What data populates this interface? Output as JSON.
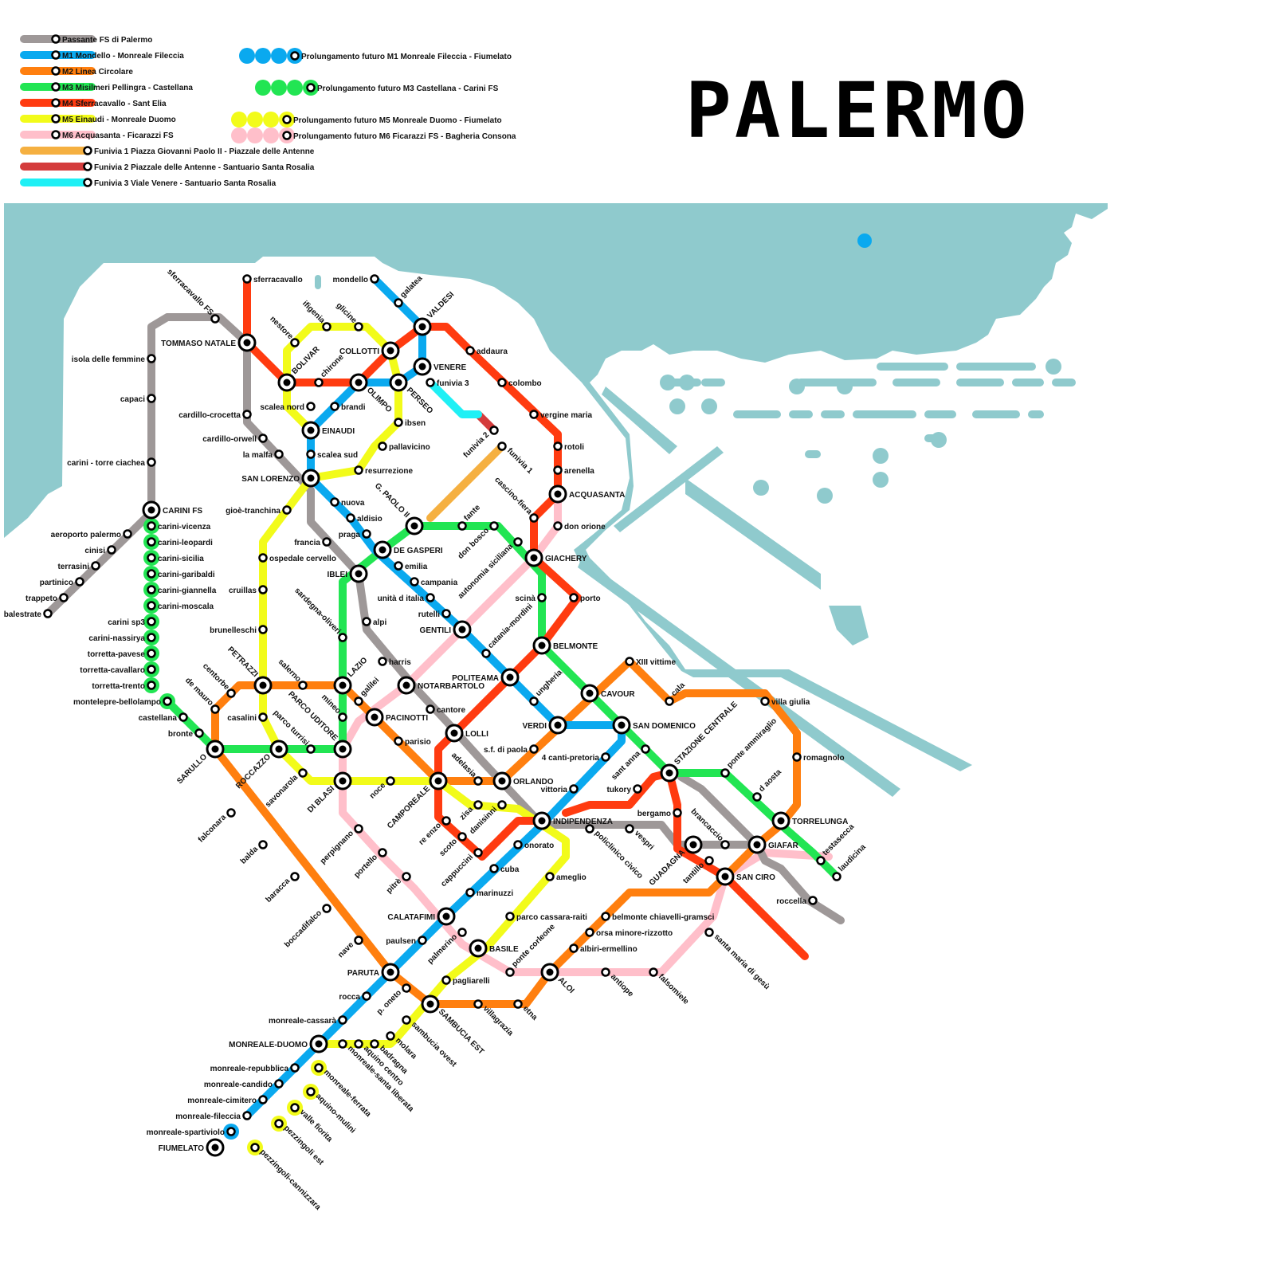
{
  "title": "PALERMO",
  "colors": {
    "sea": "#8fcacd",
    "passante": "#9e9898",
    "m1": "#0aa9ef",
    "m2": "#ff7f0f",
    "m3": "#22e553",
    "m4": "#ff3b10",
    "m5": "#f2fb1a",
    "m6": "#ffbfca",
    "funivia1": "#f5b041",
    "funivia2": "#d43c3c",
    "funivia3": "#1ff0f5"
  },
  "legend": [
    {
      "id": "passante",
      "label": "Passante FS di Palermo"
    },
    {
      "id": "m1",
      "label": "M1 Mondello - Monreale Fileccia"
    },
    {
      "id": "m2",
      "label": "M2 Linea Circolare"
    },
    {
      "id": "m3",
      "label": "M3 Misilmeri Pellingra - Castellana"
    },
    {
      "id": "m4",
      "label": "M4 Sferracavallo - Sant Elia"
    },
    {
      "id": "m5",
      "label": "M5 Einaudi - Monreale Duomo"
    },
    {
      "id": "m6",
      "label": "M6 Acquasanta - Ficarazzi FS"
    },
    {
      "id": "funivia1",
      "label": "Funivia 1  Piazza Giovanni Paolo II - Piazzale delle Antenne"
    },
    {
      "id": "funivia2",
      "label": "Funivia 2  Piazzale delle Antenne - Santuario Santa Rosalia"
    },
    {
      "id": "funivia3",
      "label": "Funivia 3  Viale Venere - Santuario Santa Rosalia"
    }
  ],
  "future_legend": [
    {
      "id": "m1",
      "label": "Prolungamento futuro M1 Monreale Fileccia - Fiumelato"
    },
    {
      "id": "m3",
      "label": "Prolungamento futuro M3 Castellana - Carini FS"
    },
    {
      "id": "m5",
      "label": "Prolungamento futuro M5 Monreale Duomo - Fiumelato"
    },
    {
      "id": "m6",
      "label": "Prolungamento futuro M6 Ficarazzi FS - Bagheria Consona"
    }
  ],
  "lines": {
    "passante": [
      [
        60,
        770
      ],
      [
        190,
        643
      ],
      [
        190,
        410
      ],
      [
        210,
        398
      ],
      [
        275,
        398
      ],
      [
        310,
        430
      ],
      [
        310,
        530
      ],
      [
        390,
        615
      ],
      [
        390,
        655
      ],
      [
        450,
        720
      ],
      [
        460,
        790
      ],
      [
        520,
        862
      ],
      [
        560,
        905
      ],
      [
        605,
        955
      ],
      [
        680,
        1035
      ],
      [
        830,
        1035
      ],
      [
        850,
        1060
      ],
      [
        950,
        1060
      ],
      [
        960,
        1080
      ],
      [
        980,
        1090
      ],
      [
        1015,
        1130
      ],
      [
        1055,
        1155
      ]
    ],
    "passante_branch": [
      [
        855,
        975
      ],
      [
        880,
        990
      ],
      [
        950,
        1060
      ]
    ],
    "m1": [
      [
        470,
        350
      ],
      [
        530,
        410
      ],
      [
        530,
        460
      ],
      [
        500,
        480
      ],
      [
        450,
        480
      ],
      [
        390,
        540
      ],
      [
        390,
        600
      ],
      [
        440,
        650
      ],
      [
        470,
        690
      ],
      [
        580,
        790
      ],
      [
        640,
        850
      ],
      [
        700,
        910
      ],
      [
        780,
        910
      ],
      [
        780,
        930
      ],
      [
        680,
        1035
      ],
      [
        560,
        1150
      ],
      [
        490,
        1220
      ],
      [
        400,
        1310
      ],
      [
        310,
        1400
      ]
    ],
    "m1_future": [
      [
        310,
        1400
      ],
      [
        290,
        1420
      ],
      [
        270,
        1440
      ]
    ],
    "m2": [
      [
        270,
        940
      ],
      [
        270,
        890
      ],
      [
        300,
        860
      ],
      [
        430,
        860
      ],
      [
        470,
        900
      ],
      [
        550,
        980
      ],
      [
        630,
        980
      ],
      [
        790,
        830
      ],
      [
        840,
        880
      ],
      [
        860,
        870
      ],
      [
        960,
        870
      ],
      [
        1000,
        920
      ],
      [
        1000,
        1010
      ],
      [
        980,
        1035
      ],
      [
        950,
        1060
      ],
      [
        910,
        1100
      ],
      [
        890,
        1120
      ],
      [
        790,
        1120
      ],
      [
        760,
        1150
      ],
      [
        690,
        1220
      ],
      [
        660,
        1260
      ],
      [
        540,
        1260
      ],
      [
        490,
        1220
      ],
      [
        270,
        940
      ]
    ],
    "m3": [
      [
        210,
        880
      ],
      [
        270,
        940
      ],
      [
        430,
        940
      ],
      [
        430,
        730
      ],
      [
        480,
        690
      ],
      [
        520,
        660
      ],
      [
        625,
        660
      ],
      [
        680,
        720
      ],
      [
        680,
        810
      ],
      [
        740,
        870
      ],
      [
        780,
        910
      ],
      [
        840,
        970
      ],
      [
        910,
        970
      ],
      [
        980,
        1035
      ],
      [
        1020,
        1070
      ],
      [
        1050,
        1100
      ]
    ],
    "m4": [
      [
        310,
        350
      ],
      [
        310,
        430
      ],
      [
        360,
        480
      ],
      [
        450,
        480
      ],
      [
        490,
        440
      ],
      [
        530,
        410
      ],
      [
        560,
        410
      ],
      [
        590,
        440
      ],
      [
        700,
        545
      ],
      [
        700,
        620
      ],
      [
        670,
        650
      ],
      [
        670,
        700
      ],
      [
        725,
        750
      ],
      [
        680,
        810
      ],
      [
        640,
        850
      ],
      [
        570,
        920
      ],
      [
        550,
        940
      ],
      [
        550,
        1025
      ],
      [
        605,
        1075
      ],
      [
        650,
        1030
      ],
      [
        680,
        1030
      ]
    ],
    "m4_b": [
      [
        710,
        1020
      ],
      [
        740,
        1010
      ],
      [
        790,
        1010
      ],
      [
        820,
        975
      ],
      [
        840,
        970
      ],
      [
        850,
        1010
      ],
      [
        850,
        1065
      ],
      [
        910,
        1100
      ],
      [
        1010,
        1200
      ]
    ],
    "m5": [
      [
        390,
        540
      ],
      [
        360,
        510
      ],
      [
        360,
        440
      ],
      [
        390,
        410
      ],
      [
        460,
        410
      ],
      [
        490,
        440
      ],
      [
        500,
        480
      ],
      [
        500,
        530
      ],
      [
        470,
        560
      ],
      [
        450,
        590
      ],
      [
        390,
        600
      ],
      [
        360,
        640
      ],
      [
        330,
        680
      ],
      [
        330,
        900
      ],
      [
        350,
        940
      ],
      [
        390,
        980
      ],
      [
        550,
        980
      ],
      [
        590,
        1010
      ],
      [
        650,
        1015
      ],
      [
        710,
        1055
      ],
      [
        710,
        1075
      ],
      [
        610,
        1190
      ],
      [
        560,
        1230
      ],
      [
        500,
        1300
      ],
      [
        490,
        1310
      ],
      [
        400,
        1310
      ]
    ],
    "m6": [
      [
        700,
        620
      ],
      [
        700,
        660
      ],
      [
        670,
        700
      ],
      [
        580,
        790
      ],
      [
        510,
        860
      ],
      [
        450,
        905
      ],
      [
        430,
        940
      ],
      [
        430,
        1020
      ],
      [
        480,
        1075
      ],
      [
        520,
        1115
      ],
      [
        580,
        1185
      ],
      [
        640,
        1220
      ],
      [
        830,
        1220
      ],
      [
        895,
        1150
      ],
      [
        910,
        1100
      ],
      [
        960,
        1070
      ],
      [
        1040,
        1075
      ]
    ],
    "funivia1": [
      [
        540,
        650
      ],
      [
        630,
        560
      ]
    ],
    "funivia2": [
      [
        600,
        520
      ],
      [
        620,
        540
      ]
    ],
    "funivia3": [
      [
        540,
        480
      ],
      [
        580,
        520
      ],
      [
        600,
        520
      ]
    ]
  },
  "future_stations": [
    {
      "line": "m3",
      "name": "carini-vicenza"
    },
    {
      "line": "m3",
      "name": "carini-leopardi"
    },
    {
      "line": "m3",
      "name": "carini-sicilia"
    },
    {
      "line": "m3",
      "name": "carini-garibaldi"
    },
    {
      "line": "m3",
      "name": "carini-giannella"
    },
    {
      "line": "m3",
      "name": "carini-moscala"
    },
    {
      "line": "m3",
      "name": "carini sp3"
    },
    {
      "line": "m3",
      "name": "carini-nassirya"
    },
    {
      "line": "m3",
      "name": "torretta-pavese"
    },
    {
      "line": "m3",
      "name": "torretta-cavallaro"
    },
    {
      "line": "m3",
      "name": "torretta-trento"
    },
    {
      "line": "m3",
      "name": "montelepre-bellolampo"
    },
    {
      "line": "m1",
      "name": "monreale-spartiviolo"
    },
    {
      "line": "m5",
      "name": "monreale-ferrata"
    },
    {
      "line": "m5",
      "name": "aquino-mulini"
    },
    {
      "line": "m5",
      "name": "valle fiorita"
    },
    {
      "line": "m5",
      "name": "pezzingoli est"
    },
    {
      "line": "m5",
      "name": "pezzingoli-cannizzara"
    }
  ],
  "stations": [
    {
      "name": "sferracavallo"
    },
    {
      "name": "mondello"
    },
    {
      "name": "galatea"
    },
    {
      "name": "addaura"
    },
    {
      "name": "colombo"
    },
    {
      "name": "vergine maria"
    },
    {
      "name": "rotoli"
    },
    {
      "name": "arenella"
    },
    {
      "name": "don orione"
    },
    {
      "name": "porto"
    },
    {
      "name": "sferracavallo FS"
    },
    {
      "name": "isola delle femmine"
    },
    {
      "name": "capaci"
    },
    {
      "name": "cardillo-crocetta"
    },
    {
      "name": "cardillo-orwell"
    },
    {
      "name": "carini - torre ciachea"
    },
    {
      "name": "la malfa"
    },
    {
      "name": "aeroporto palermo"
    },
    {
      "name": "cinisi"
    },
    {
      "name": "terrasini"
    },
    {
      "name": "partinico"
    },
    {
      "name": "trappeto"
    },
    {
      "name": "balestrate"
    },
    {
      "name": "nestore"
    },
    {
      "name": "ifigenia"
    },
    {
      "name": "glicine"
    },
    {
      "name": "chirone"
    },
    {
      "name": "scalea nord"
    },
    {
      "name": "brandi"
    },
    {
      "name": "funivia 3"
    },
    {
      "name": "ibsen"
    },
    {
      "name": "scalea sud"
    },
    {
      "name": "pallavicino"
    },
    {
      "name": "resurrezione"
    },
    {
      "name": "funivia 2"
    },
    {
      "name": "funivia 1"
    },
    {
      "name": "gioè-tranchina"
    },
    {
      "name": "nuova"
    },
    {
      "name": "aldisio"
    },
    {
      "name": "praga"
    },
    {
      "name": "francia"
    },
    {
      "name": "fante"
    },
    {
      "name": "don bosco"
    },
    {
      "name": "cascino-fiera"
    },
    {
      "name": "autonomia siciliana"
    },
    {
      "name": "ospedale cervello"
    },
    {
      "name": "emilia"
    },
    {
      "name": "campania"
    },
    {
      "name": "cruillas"
    },
    {
      "name": "unità d italia"
    },
    {
      "name": "scinà"
    },
    {
      "name": "rutelli"
    },
    {
      "name": "alpi"
    },
    {
      "name": "brunelleschi"
    },
    {
      "name": "sardegna-oliveri"
    },
    {
      "name": "catania-mordini"
    },
    {
      "name": "harris"
    },
    {
      "name": "ungheria"
    },
    {
      "name": "XIII vittime"
    },
    {
      "name": "centorbe"
    },
    {
      "name": "salerno"
    },
    {
      "name": "galilei"
    },
    {
      "name": "cantore"
    },
    {
      "name": "cala"
    },
    {
      "name": "villa giulia"
    },
    {
      "name": "de mauro"
    },
    {
      "name": "castellana"
    },
    {
      "name": "casalini"
    },
    {
      "name": "mineo"
    },
    {
      "name": "parisio"
    },
    {
      "name": "bronte"
    },
    {
      "name": "parco turrisi"
    },
    {
      "name": "s.f. di paola"
    },
    {
      "name": "4 canti-pretoria"
    },
    {
      "name": "sant anna"
    },
    {
      "name": "ponte ammiraglio"
    },
    {
      "name": "romagnolo"
    },
    {
      "name": "savonarola"
    },
    {
      "name": "noce"
    },
    {
      "name": "adelasia"
    },
    {
      "name": "vittoria"
    },
    {
      "name": "tukory"
    },
    {
      "name": "d aosta"
    },
    {
      "name": "zisa"
    },
    {
      "name": "danisinni"
    },
    {
      "name": "bergamo"
    },
    {
      "name": "falconara"
    },
    {
      "name": "re enzo"
    },
    {
      "name": "perpignano"
    },
    {
      "name": "scoto"
    },
    {
      "name": "vespri"
    },
    {
      "name": "brancaccio"
    },
    {
      "name": "policlinico civico"
    },
    {
      "name": "testasecca"
    },
    {
      "name": "laudicina"
    },
    {
      "name": "onorato"
    },
    {
      "name": "balda"
    },
    {
      "name": "portello"
    },
    {
      "name": "cappuccini"
    },
    {
      "name": "tantillo"
    },
    {
      "name": "baracca"
    },
    {
      "name": "pitrè"
    },
    {
      "name": "cuba"
    },
    {
      "name": "ameglio"
    },
    {
      "name": "roccella"
    },
    {
      "name": "marinuzzi"
    },
    {
      "name": "boccadifalco"
    },
    {
      "name": "belmonte chiavelli-gramsci"
    },
    {
      "name": "parco cassara-raiti"
    },
    {
      "name": "orsa minore-rizzotto"
    },
    {
      "name": "santa maria di gesù"
    },
    {
      "name": "palmerino"
    },
    {
      "name": "paulsen"
    },
    {
      "name": "albiri-ermellino"
    },
    {
      "name": "ponte corleone"
    },
    {
      "name": "nave"
    },
    {
      "name": "antiope"
    },
    {
      "name": "falsomiele"
    },
    {
      "name": "pagliarelli"
    },
    {
      "name": "rocca"
    },
    {
      "name": "p. oneto"
    },
    {
      "name": "villagrazia"
    },
    {
      "name": "etna"
    },
    {
      "name": "monreale-cassarà"
    },
    {
      "name": "sambucia ovest"
    },
    {
      "name": "molara"
    },
    {
      "name": "badragna"
    },
    {
      "name": "aquino centro"
    },
    {
      "name": "monreale-santa liberata"
    },
    {
      "name": "monreale-repubblica"
    },
    {
      "name": "monreale-candido"
    },
    {
      "name": "monreale-cimitero"
    },
    {
      "name": "monreale-fileccia"
    }
  ],
  "hubs": [
    {
      "name": "TOMMASO NATALE"
    },
    {
      "name": "VALDESI"
    },
    {
      "name": "COLLOTTI"
    },
    {
      "name": "VENERE"
    },
    {
      "name": "BOLIVAR"
    },
    {
      "name": "OLIMPO"
    },
    {
      "name": "PERSEO"
    },
    {
      "name": "EINAUDI"
    },
    {
      "name": "SAN LORENZO"
    },
    {
      "name": "ACQUASANTA"
    },
    {
      "name": "CARINI FS"
    },
    {
      "name": "G. PAOLO II"
    },
    {
      "name": "DE GASPERI"
    },
    {
      "name": "GIACHERY"
    },
    {
      "name": "IBLEI"
    },
    {
      "name": "GENTILI"
    },
    {
      "name": "BELMONTE"
    },
    {
      "name": "PETRAZZI"
    },
    {
      "name": "LAZIO"
    },
    {
      "name": "NOTARBARTOLO"
    },
    {
      "name": "POLITEAMA"
    },
    {
      "name": "CAVOUR"
    },
    {
      "name": "PACINOTTI"
    },
    {
      "name": "VERDI"
    },
    {
      "name": "SAN DOMENICO"
    },
    {
      "name": "LOLLI"
    },
    {
      "name": "SARULLO"
    },
    {
      "name": "ROCCAZZO"
    },
    {
      "name": "PARCO UDITORE"
    },
    {
      "name": "STAZIONE CENTRALE"
    },
    {
      "name": "DI BLASI"
    },
    {
      "name": "CAMPOREALE"
    },
    {
      "name": "ORLANDO"
    },
    {
      "name": "TORRELUNGA"
    },
    {
      "name": "INDIPENDENZA"
    },
    {
      "name": "GUADAGNA"
    },
    {
      "name": "GIAFAR"
    },
    {
      "name": "SAN CIRO"
    },
    {
      "name": "CALATAFIMI"
    },
    {
      "name": "BASILE"
    },
    {
      "name": "PARUTA"
    },
    {
      "name": "ALOI"
    },
    {
      "name": "SAMBUCIA EST"
    },
    {
      "name": "MONREALE-DUOMO"
    },
    {
      "name": "FIUMELATO"
    }
  ]
}
